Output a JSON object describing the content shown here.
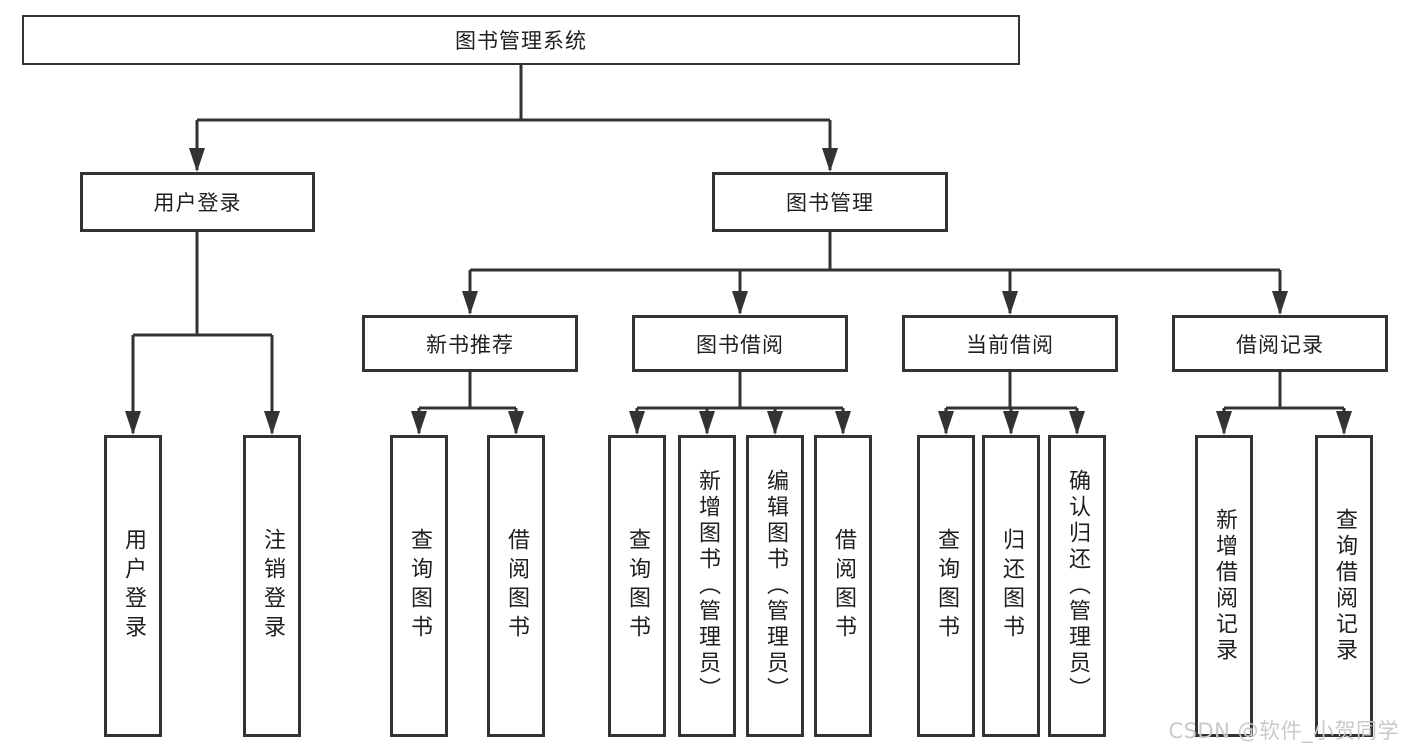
{
  "diagram": {
    "root": {
      "label": "图书管理系统"
    },
    "level2": {
      "user_login": {
        "label": "用户登录"
      },
      "book_management": {
        "label": "图书管理"
      }
    },
    "level3": {
      "new_book_recommend": {
        "label": "新书推荐"
      },
      "book_borrowing": {
        "label": "图书借阅"
      },
      "current_borrowing": {
        "label": "当前借阅"
      },
      "borrowing_records": {
        "label": "借阅记录"
      }
    },
    "leaves": {
      "user_login_leaf": {
        "label": "用户登录"
      },
      "logout": {
        "label": "注销登录"
      },
      "query_books_1": {
        "label": "查询图书"
      },
      "borrow_books_1": {
        "label": "借阅图书"
      },
      "query_books_2": {
        "label": "查询图书"
      },
      "add_books_admin": {
        "label": "新增图书（管理员）"
      },
      "edit_books_admin": {
        "label": "编辑图书（管理员）"
      },
      "borrow_books_2": {
        "label": "借阅图书"
      },
      "query_books_3": {
        "label": "查询图书"
      },
      "return_books": {
        "label": "归还图书"
      },
      "confirm_return_admin": {
        "label": "确认归还（管理员）"
      },
      "add_borrow_record": {
        "label": "新增借阅记录"
      },
      "query_borrow_record": {
        "label": "查询借阅记录"
      }
    }
  },
  "watermark": {
    "text": "CSDN @软件_小贺同学"
  },
  "colors": {
    "line": "#333333",
    "box_border": "#333333",
    "text": "#1f1f1f",
    "watermark": "#c9c9c9",
    "background": "#ffffff"
  }
}
